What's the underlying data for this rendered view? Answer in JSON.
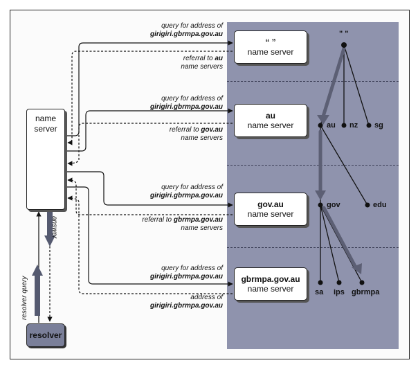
{
  "local_name_server": {
    "line1": "name",
    "line2": "server"
  },
  "resolver_label": "resolver",
  "resolver_query_label": "resolver query",
  "answer_label": "answer",
  "root_marker": "\" \"",
  "servers": [
    {
      "name": "“ ”",
      "role": "name server"
    },
    {
      "name": "au",
      "role": "name server"
    },
    {
      "name": "gov.au",
      "role": "name server"
    },
    {
      "name": "gbrmpa.gov.au",
      "role": "name server"
    }
  ],
  "messages": [
    {
      "line1": "query for address of",
      "line2": "girigiri.gbrmpa.gov.au"
    },
    {
      "line1": "referral to ",
      "bold": "au",
      "line2": "name servers"
    },
    {
      "line1": "query for address of",
      "line2": "girigiri.gbrmpa.gov.au"
    },
    {
      "line1": "referral to ",
      "bold": "gov.au",
      "line2": "name servers"
    },
    {
      "line1": "query for address of",
      "line2": "girigiri.gbrmpa.gov.au"
    },
    {
      "line1": "referral to ",
      "bold": "gbrmpa.gov.au",
      "line2": "name servers"
    },
    {
      "line1": "query for address of",
      "line2": "girigiri.gbrmpa.gov.au"
    },
    {
      "line1": "address of",
      "line2": "girigiri.gbrmpa.gov.au"
    }
  ],
  "tree_nodes": {
    "au": "au",
    "nz": "nz",
    "sg": "sg",
    "gov": "gov",
    "edu": "edu",
    "sa": "sa",
    "ips": "ips",
    "gbrmpa": "gbrmpa"
  }
}
